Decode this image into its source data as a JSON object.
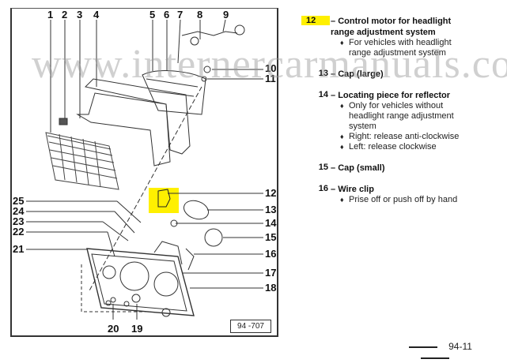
{
  "document": {
    "watermark": "www.internercarmanuals.co.uk",
    "page_number": "94-11",
    "figure_id": "94 -707",
    "highlight_color": "#fff000"
  },
  "diagram": {
    "callouts_top": [
      "1",
      "2",
      "3",
      "4",
      "5",
      "6",
      "7",
      "8",
      "9"
    ],
    "callouts_right": [
      "10",
      "11",
      "12",
      "13",
      "14",
      "15",
      "16",
      "17",
      "18"
    ],
    "callouts_left": [
      "25",
      "24",
      "23",
      "22",
      "21"
    ],
    "callouts_bottom": [
      "20",
      "19"
    ],
    "highlighted_part": "12"
  },
  "legend": {
    "items": [
      {
        "num": "12",
        "dash": "–",
        "title": "Control motor for headlight range adjustment system",
        "title_lines": [
          "Control motor for headlight",
          "range adjustment system"
        ],
        "highlighted": true,
        "notes": [
          [
            "For vehicles with headlight",
            "range adjustment system"
          ]
        ]
      },
      {
        "num": "13",
        "dash": "–",
        "title_lines": [
          "Cap (large)"
        ],
        "highlighted": false,
        "notes": []
      },
      {
        "num": "14",
        "dash": "–",
        "title_lines": [
          "Locating piece for reflector"
        ],
        "highlighted": false,
        "notes": [
          [
            "Only for vehicles without",
            "headlight range adjustment",
            "system"
          ],
          [
            "Right: release anti-clockwise"
          ],
          [
            "Left: release clockwise"
          ]
        ]
      },
      {
        "num": "15",
        "dash": "–",
        "title_lines": [
          "Cap (small)"
        ],
        "highlighted": false,
        "notes": []
      },
      {
        "num": "16",
        "dash": "–",
        "title_lines": [
          "Wire clip"
        ],
        "highlighted": false,
        "notes": [
          [
            "Prise off or push off by hand"
          ]
        ]
      }
    ],
    "bullet_glyph": "♦"
  }
}
